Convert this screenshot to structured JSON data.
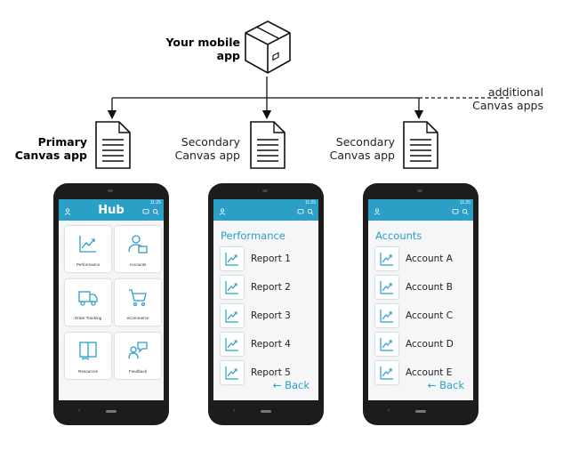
{
  "mobile_app": {
    "label_line1": "Your mobile",
    "label_line2": "app",
    "icon": "box-icon"
  },
  "additional": {
    "line1": "additional",
    "line2": "Canvas apps"
  },
  "apps": [
    {
      "label_line1": "Primary",
      "label_line2": "Canvas app"
    },
    {
      "label_line1": "Secondary",
      "label_line2": "Canvas app"
    },
    {
      "label_line1": "Secondary",
      "label_line2": "Canvas app"
    }
  ],
  "hub": {
    "title": "Hub",
    "tiles": [
      {
        "label": "Performance",
        "icon": "trend-chart-icon"
      },
      {
        "label": "Accounts",
        "icon": "user-account-icon"
      },
      {
        "label": "Order Tracking",
        "icon": "truck-icon"
      },
      {
        "label": "eCommerce",
        "icon": "cart-icon"
      },
      {
        "label": "Resources",
        "icon": "book-icon"
      },
      {
        "label": "Feedback",
        "icon": "feedback-icon"
      }
    ]
  },
  "performance": {
    "title": "Performance",
    "items": [
      "Report 1",
      "Report 2",
      "Report 3",
      "Report 4",
      "Report 5"
    ],
    "back": "← Back"
  },
  "accounts": {
    "title": "Accounts",
    "items": [
      "Account A",
      "Account B",
      "Account C",
      "Account D",
      "Account E"
    ],
    "back": "← Back"
  },
  "status_time": "11:25",
  "colors": {
    "accent": "#2c9fc7",
    "phone": "#1c1c1c",
    "screen_bg": "#f5f6f7"
  }
}
